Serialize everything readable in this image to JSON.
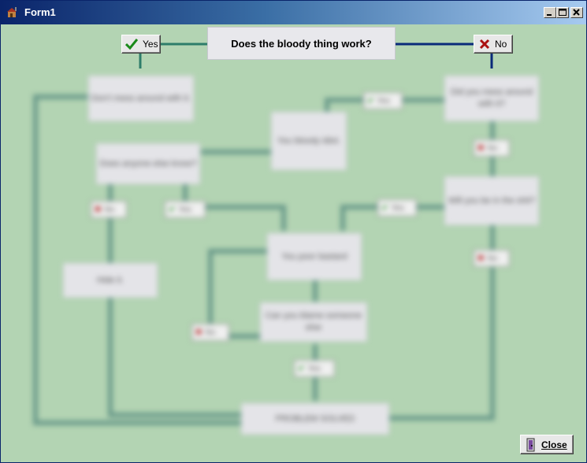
{
  "window": {
    "title": "Form1",
    "controls": [
      "minimize-icon",
      "maximize-icon",
      "close-icon"
    ]
  },
  "question": "Does the bloody thing work?",
  "answers": {
    "yes": "Yes",
    "no": "No"
  },
  "flow": {
    "boxes": [
      "Don't mess around with it.",
      "Did you mess around with it?",
      "You bloody idiot.",
      "Does anyone else know?",
      "Will you be in the shit?",
      "Hide it.",
      "You poor bastard",
      "Can you blame someone else",
      "PROBLEM SOLVED"
    ],
    "yes_label": "Yes",
    "no_label": "No"
  },
  "close_button": {
    "label": "Close"
  },
  "colors": {
    "background": "#b3d4b3",
    "yes_line": "#2e7d6a",
    "no_line": "#0a2a7a",
    "flow_line": "#6a9a8a",
    "check": "#1a8a1a",
    "cross": "#aa1111"
  }
}
